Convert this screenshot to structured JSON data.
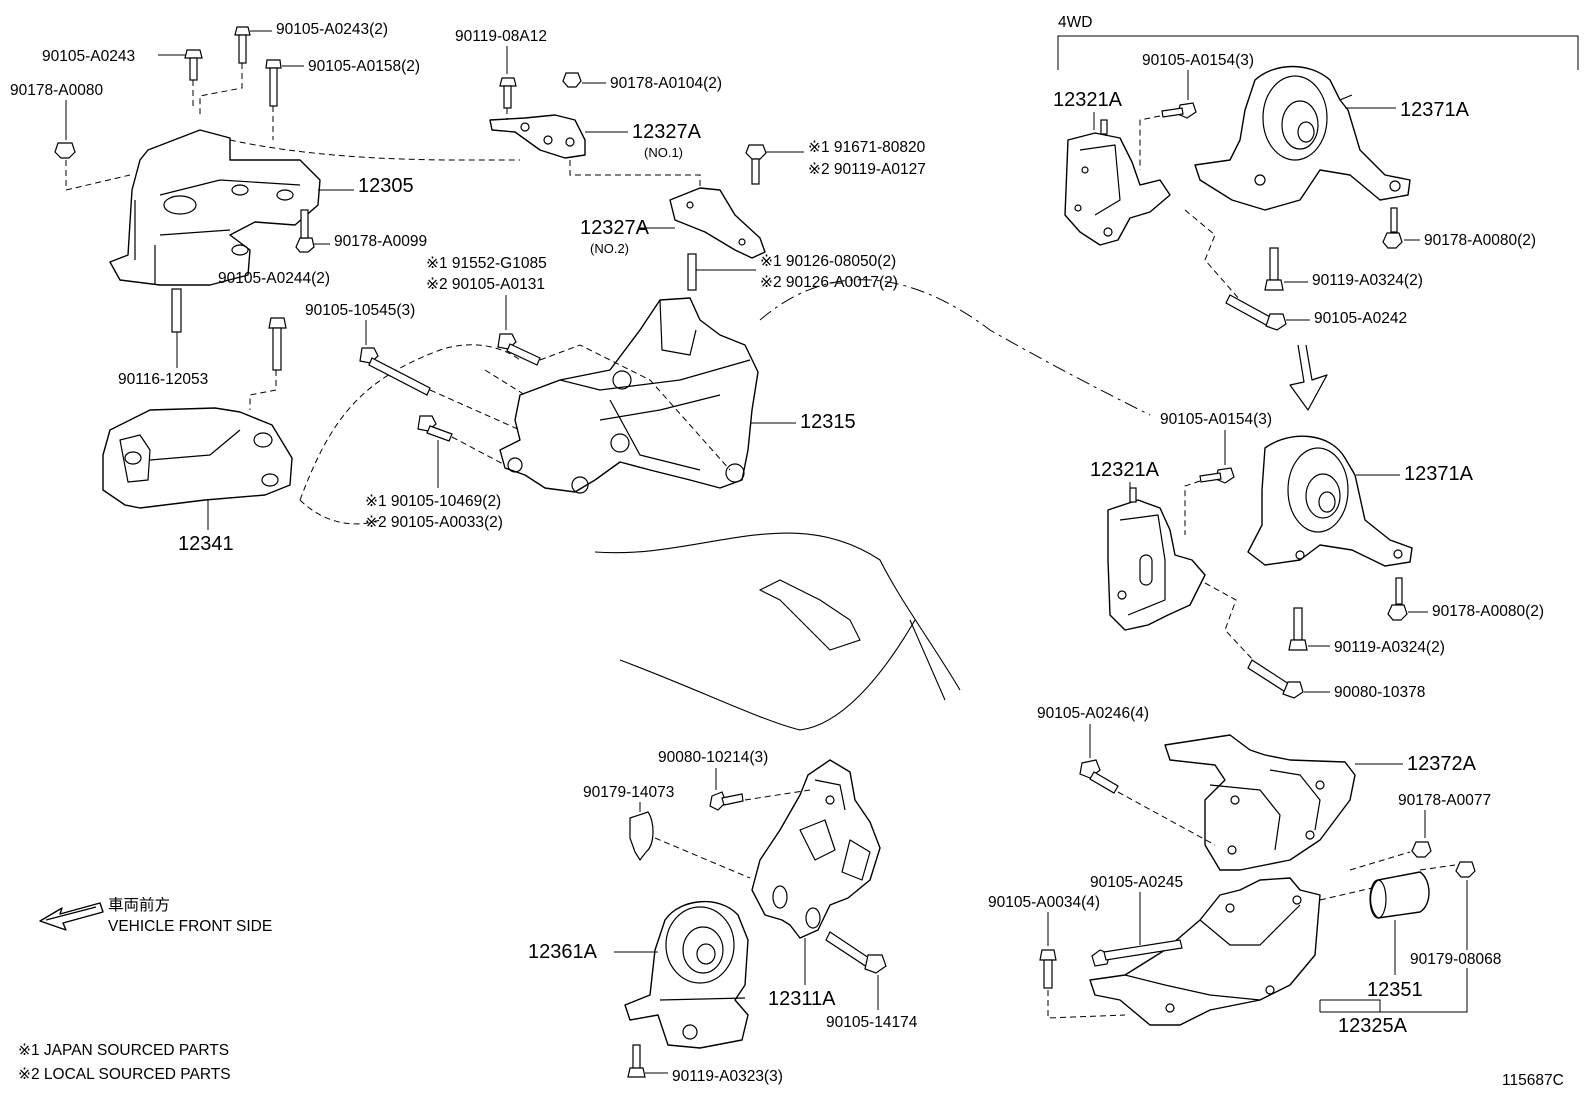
{
  "section_label": "4WD",
  "footnotes": {
    "japan": "※1 JAPAN SOURCED PARTS",
    "local": "※2 LOCAL SOURCED PARTS"
  },
  "direction": {
    "jp": "車両前方",
    "en": "VEHICLE FRONT SIDE"
  },
  "diagram_id": "115687C",
  "parts": {
    "p12305": "12305",
    "p12341": "12341",
    "p12315": "12315",
    "p12327A_1": "12327A",
    "p12327A_1_note": "(NO.1)",
    "p12327A_2": "12327A",
    "p12327A_2_note": "(NO.2)",
    "p12321A_top": "12321A",
    "p12371A_top": "12371A",
    "p12321A_mid": "12321A",
    "p12371A_mid": "12371A",
    "p12372A": "12372A",
    "p12351": "12351",
    "p12325A": "12325A",
    "p12361A": "12361A",
    "p12311A": "12311A"
  },
  "fasteners": {
    "f1": "90105-A0243(2)",
    "f2": "90105-A0243",
    "f3": "90105-A0158(2)",
    "f4": "90178-A0080",
    "f5": "90119-08A12",
    "f6": "90178-A0104(2)",
    "f7_1": "※1 91671-80820",
    "f7_2": "※2 90119-A0127",
    "f8": "90178-A0099",
    "f9": "90105-A0244(2)",
    "f10_1": "※1 91552-G1085",
    "f10_2": "※2 90105-A0131",
    "f11_1": "※1 90126-08050(2)",
    "f11_2": "※2 90126-A0017(2)",
    "f12": "90105-10545(3)",
    "f13": "90116-12053",
    "f14_1": "※1 90105-10469(2)",
    "f14_2": "※2 90105-A0033(2)",
    "f15": "90105-A0154(3)",
    "f16": "90178-A0080(2)",
    "f17": "90119-A0324(2)",
    "f18": "90105-A0242",
    "f19": "90105-A0154(3)",
    "f20": "90178-A0080(2)",
    "f21": "90119-A0324(2)",
    "f22": "90080-10378",
    "f23": "90105-A0246(4)",
    "f24": "90178-A0077",
    "f25": "90105-A0245",
    "f26": "90105-A0034(4)",
    "f27": "90179-08068",
    "f28": "90080-10214(3)",
    "f29": "90179-14073",
    "f30": "90105-14174",
    "f31": "90119-A0323(3)"
  }
}
